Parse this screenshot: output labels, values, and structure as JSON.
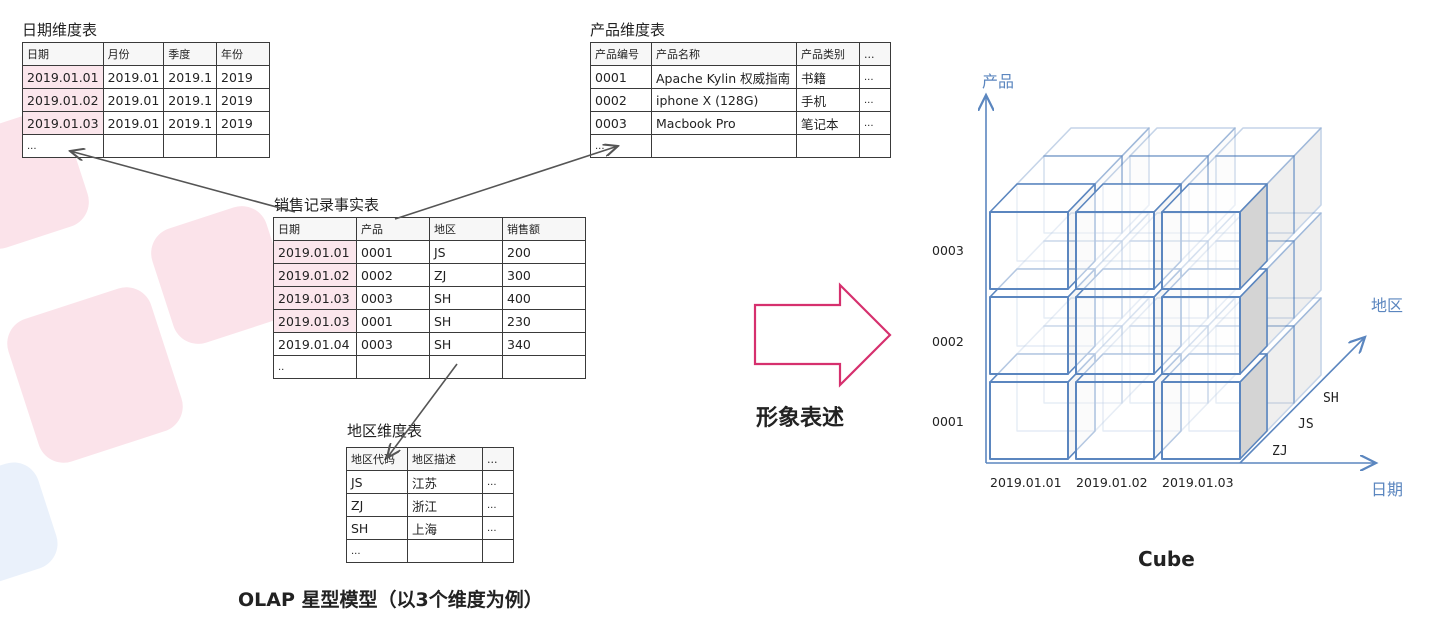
{
  "date_dim": {
    "title": "日期维度表",
    "headers": [
      "日期",
      "月份",
      "季度",
      "年份"
    ],
    "rows": [
      [
        "2019.01.01",
        "2019.01",
        "2019.1",
        "2019"
      ],
      [
        "2019.01.02",
        "2019.01",
        "2019.1",
        "2019"
      ],
      [
        "2019.01.03",
        "2019.01",
        "2019.1",
        "2019"
      ],
      [
        "...",
        "",
        "",
        ""
      ]
    ]
  },
  "product_dim": {
    "title": "产品维度表",
    "headers": [
      "产品编号",
      "产品名称",
      "产品类别",
      "..."
    ],
    "rows": [
      [
        "0001",
        "Apache Kylin 权威指南",
        "书籍",
        "..."
      ],
      [
        "0002",
        "iphone X (128G)",
        "手机",
        "..."
      ],
      [
        "0003",
        "Macbook Pro",
        "笔记本",
        "..."
      ],
      [
        "...",
        "",
        "",
        ""
      ]
    ]
  },
  "fact": {
    "title": "销售记录事实表",
    "headers": [
      "日期",
      "产品",
      "地区",
      "销售额"
    ],
    "rows": [
      [
        "2019.01.01",
        "0001",
        "JS",
        "200"
      ],
      [
        "2019.01.02",
        "0002",
        "ZJ",
        "300"
      ],
      [
        "2019.01.03",
        "0003",
        "SH",
        "400"
      ],
      [
        "2019.01.03",
        "0001",
        "SH",
        "230"
      ],
      [
        "2019.01.04",
        "0003",
        "SH",
        "340"
      ],
      [
        "..",
        "",
        "",
        ""
      ]
    ]
  },
  "region_dim": {
    "title": "地区维度表",
    "headers": [
      "地区代码",
      "地区描述",
      "..."
    ],
    "rows": [
      [
        "JS",
        "江苏",
        "..."
      ],
      [
        "ZJ",
        "浙江",
        "..."
      ],
      [
        "SH",
        "上海",
        "..."
      ],
      [
        "...",
        "",
        ""
      ]
    ]
  },
  "caption_left": "OLAP 星型模型（以3个维度为例）",
  "arrow_label": "形象表述",
  "cube": {
    "caption": "Cube",
    "axis_product": "产品",
    "axis_region": "地区",
    "axis_date": "日期",
    "product_ticks": [
      "0003",
      "0002",
      "0001"
    ],
    "date_ticks": [
      "2019.01.01",
      "2019.01.02",
      "2019.01.03"
    ],
    "region_ticks": [
      "SH",
      "JS",
      "ZJ"
    ],
    "colors": {
      "edge": "#5b86bf",
      "axis": "#5b86bf",
      "side": "#d4d4d4"
    }
  },
  "colors": {
    "arrow": "#d6306e",
    "highlight": "#fbe6ec",
    "deco": "#fbe3ea",
    "deco_blue": "#eaf1fb"
  }
}
